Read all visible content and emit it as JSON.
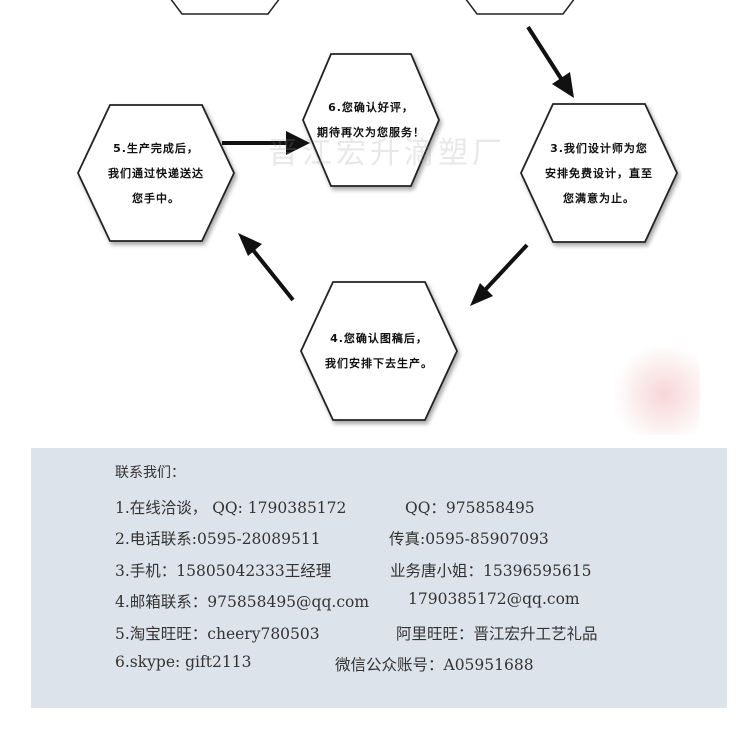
{
  "flow": {
    "watermark": "晋江宏升滴塑厂",
    "steps": {
      "s3": [
        "3.我们设计师为您",
        "安排免费设计，直至",
        "您满意为止。"
      ],
      "s4": [
        "4.您确认图稿后，",
        "我们安排下去生产。"
      ],
      "s5": [
        "5.生产完成后，",
        "我们通过快递送达",
        "您手中。"
      ],
      "s6": [
        "6.您确认好评，",
        "期待再次为您服务！"
      ]
    }
  },
  "contact": {
    "heading": "联系我们：",
    "rows": [
      {
        "a": "1.在线洽谈， QQ: 1790385172",
        "b": "QQ：975858495"
      },
      {
        "a": "2.电话联系:0595-28089511",
        "b": "传真:0595-85907093"
      },
      {
        "a": "3.手机：15805042333王经理",
        "b": "业务唐小姐：15396595615"
      },
      {
        "a": "4.邮箱联系：975858495@qq.com",
        "b": "1790385172@qq.com"
      },
      {
        "a": "5.淘宝旺旺：cheery780503",
        "b": "阿里旺旺：晋江宏升工艺礼品"
      },
      {
        "a": "6.skype: gift2113",
        "b": "微信公众账号：A05951688"
      }
    ]
  }
}
